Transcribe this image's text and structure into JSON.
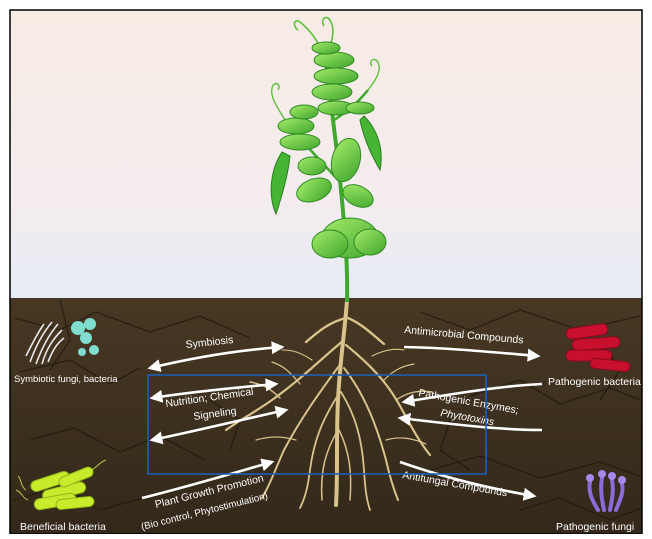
{
  "organisms": {
    "symbiotic": "Symbiotic fungi, bacteria",
    "beneficial": "Beneficial bacteria",
    "pathogenic_bacteria": "Pathogenic bacteria",
    "pathogenic_fungi": "Pathogenic fungi"
  },
  "interactions": {
    "symbiosis": "Symbiosis",
    "nutrition_line1": "Nutrition; Chemical",
    "nutrition_line2": "Signeling",
    "growth_line1": "Plant Growth Promotion",
    "growth_line2": "(Bio control, Phytostimulation)",
    "antimicrobial": "Antimicrobial Compounds",
    "enzymes_line1": "Pathogenic Enzymes;",
    "enzymes_line2": "Phytotoxins",
    "antifungal": "Antifungal Compounds"
  },
  "colors": {
    "sky_top": "#f6ece6",
    "sky_bottom": "#e9edf6",
    "soil": "#3b2f1f",
    "soil_line": "#1f170e",
    "stem": "#3fa92e",
    "leaf": "#7fd64a",
    "leaf_dark": "#2f8a25",
    "root": "#d8c08a",
    "arrow": "#ffffff",
    "symbiont": "#7fded0",
    "beneficial": "#c8ec2c",
    "pathogen_bacteria": "#c8102e",
    "pathogen_fungi": "#8c6ad8",
    "highlight_box": "#1e5fb4"
  },
  "icons": {
    "symbiotic": "fungal-hyphae-icon",
    "beneficial": "rod-bacteria-icon",
    "pathogenic_bacteria": "red-rod-bacteria-icon",
    "pathogenic_fungi": "purple-fungus-icon"
  }
}
